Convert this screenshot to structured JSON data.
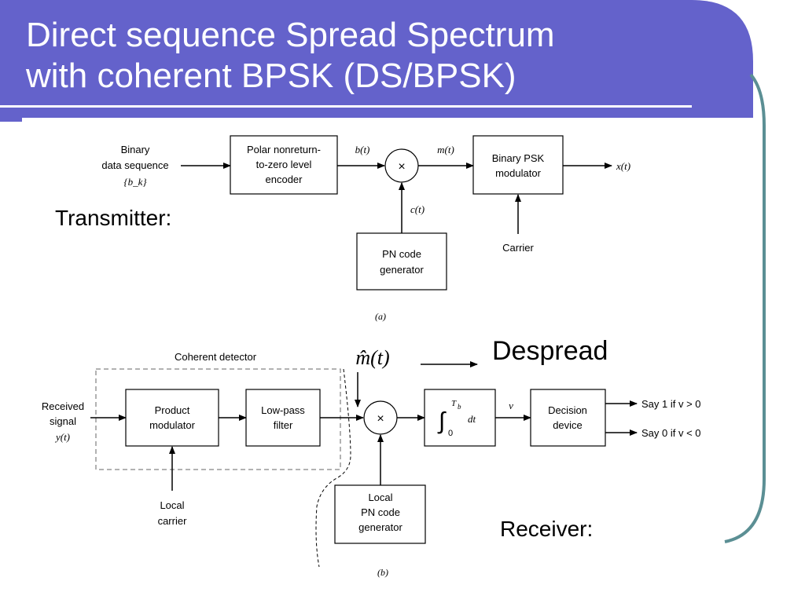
{
  "slide": {
    "title_line1": "Direct sequence Spread Spectrum",
    "title_line2": "with coherent BPSK (DS/BPSK)",
    "transmitter_label": "Transmitter:",
    "receiver_label": "Receiver:",
    "despread_label": "Despread",
    "colors": {
      "title_bar": "#6462CB",
      "accent_curve": "#5B8F94"
    }
  },
  "transmitter": {
    "input_line1": "Binary",
    "input_line2": "data sequence",
    "input_symbol": "{b_k}",
    "encoder_line1": "Polar nonreturn-",
    "encoder_line2": "to-zero level",
    "encoder_line3": "encoder",
    "b_signal": "b(t)",
    "m_signal": "m(t)",
    "c_signal": "c(t)",
    "modulator_line1": "Binary PSK",
    "modulator_line2": "modulator",
    "output_signal": "x(t)",
    "pn_line1": "PN code",
    "pn_line2": "generator",
    "carrier": "Carrier",
    "caption": "(a)"
  },
  "receiver": {
    "detector_label": "Coherent detector",
    "input_line1": "Received",
    "input_line2": "signal",
    "input_signal": "y(t)",
    "product_line1": "Product",
    "product_line2": "modulator",
    "lowpass_line1": "Low-pass",
    "lowpass_line2": "filter",
    "local_carrier_line1": "Local",
    "local_carrier_line2": "carrier",
    "mhat": "m̂(t)",
    "integrator_upper": "T",
    "integrator_upper_sub": "b",
    "integrator_lower": "0",
    "integrator_dt": "dt",
    "v_signal": "v",
    "decision_line1": "Decision",
    "decision_line2": "device",
    "say1": "Say 1 if v > 0",
    "say0": "Say 0 if v < 0",
    "pn_line1": "Local",
    "pn_line2": "PN code",
    "pn_line3": "generator",
    "caption": "(b)"
  }
}
